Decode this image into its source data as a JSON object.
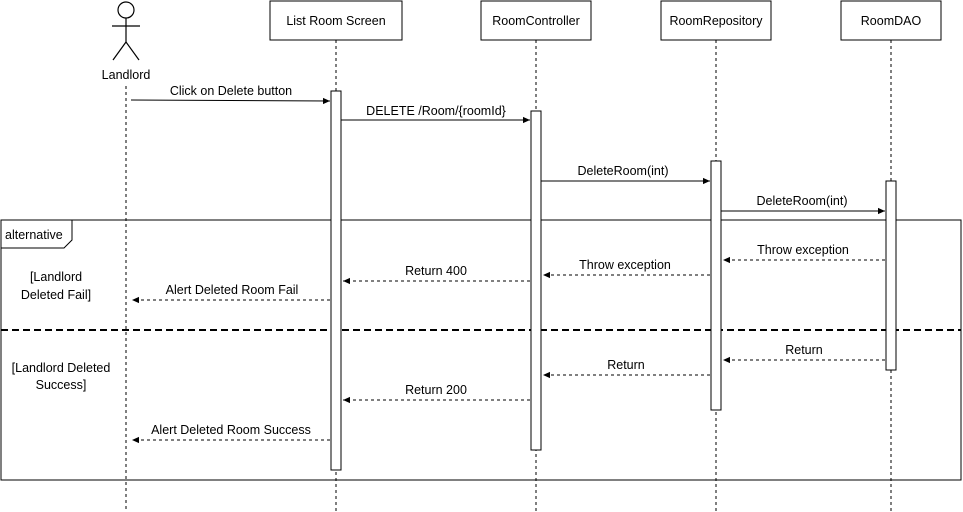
{
  "participants": {
    "actor": "Landlord",
    "list_room_screen": "List Room Screen",
    "room_controller": "RoomController",
    "room_repository": "RoomRepository",
    "room_dao": "RoomDAO"
  },
  "messages": {
    "click_delete": "Click on Delete button",
    "delete_request": "DELETE /Room/{roomId}",
    "delete_room_repo": "DeleteRoom(int)",
    "delete_room_dao": "DeleteRoom(int)",
    "dao_throw": "Throw exception",
    "repo_throw": "Throw exception",
    "return_400": "Return 400",
    "alert_fail": "Alert Deleted Room Fail",
    "dao_return": "Return",
    "repo_return": "Return",
    "return_200": "Return 200",
    "alert_success": "Alert Deleted Room Success"
  },
  "fragment": {
    "label": "alternative",
    "guard_fail_line1": "[Landlord",
    "guard_fail_line2": "Deleted Fail]",
    "guard_success_line1": "[Landlord Deleted",
    "guard_success_line2": "Success]"
  }
}
